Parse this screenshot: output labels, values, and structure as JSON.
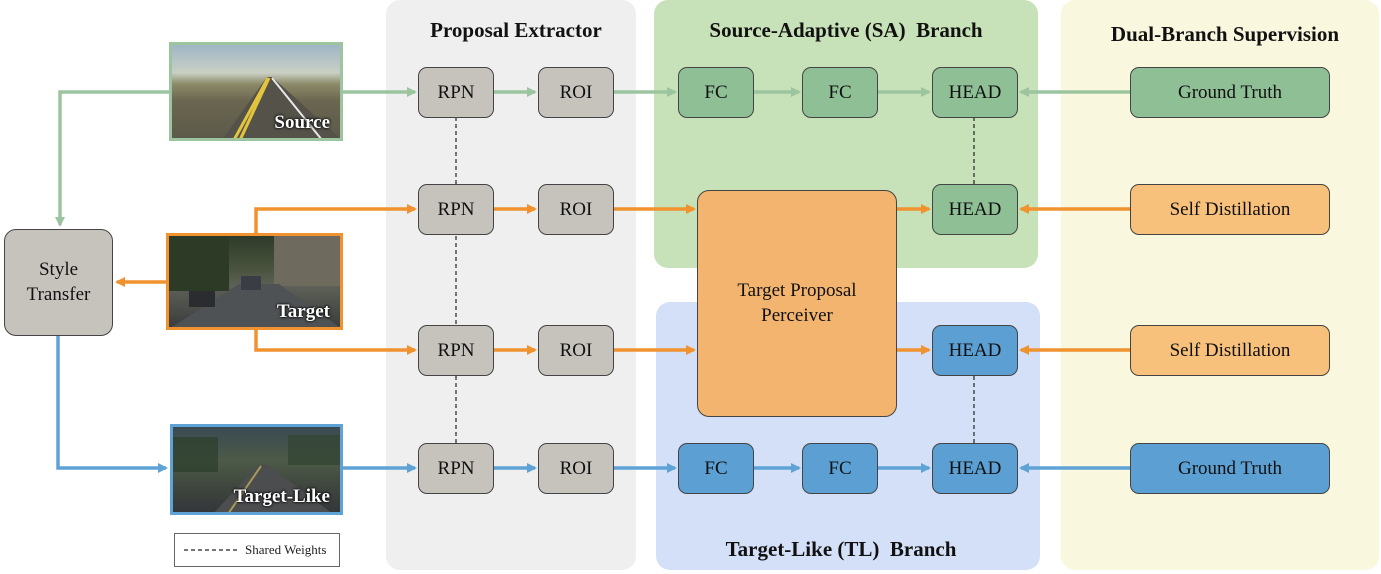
{
  "panels": {
    "proposal_extractor": "Proposal Extractor",
    "source_adaptive": "Source-Adaptive (SA)  Branch",
    "target_like": "Target-Like (TL)  Branch",
    "dual_branch": "Dual-Branch Supervision"
  },
  "images": {
    "source": "Source",
    "target": "Target",
    "target_like": "Target-Like"
  },
  "style_transfer": "Style\nTransfer",
  "rows": [
    {
      "rpn": "RPN",
      "roi": "ROI"
    },
    {
      "rpn": "RPN",
      "roi": "ROI"
    },
    {
      "rpn": "RPN",
      "roi": "ROI"
    },
    {
      "rpn": "RPN",
      "roi": "ROI"
    }
  ],
  "sa_branch": {
    "fc1": "FC",
    "fc2": "FC",
    "head1": "HEAD",
    "head2": "HEAD"
  },
  "tl_branch": {
    "fc1": "FC",
    "fc2": "FC",
    "head1": "HEAD",
    "head2": "HEAD"
  },
  "target_proposal_perceiver": "Target Proposal\nPerceiver",
  "supervision": {
    "gt_top": "Ground Truth",
    "sd_1": "Self Distillation",
    "sd_2": "Self Distillation",
    "gt_bottom": "Ground Truth"
  },
  "legend": {
    "label": "Shared Weights"
  },
  "colors": {
    "green": "#9cc59f",
    "orange": "#f0922e",
    "blue": "#5fa3d6"
  }
}
